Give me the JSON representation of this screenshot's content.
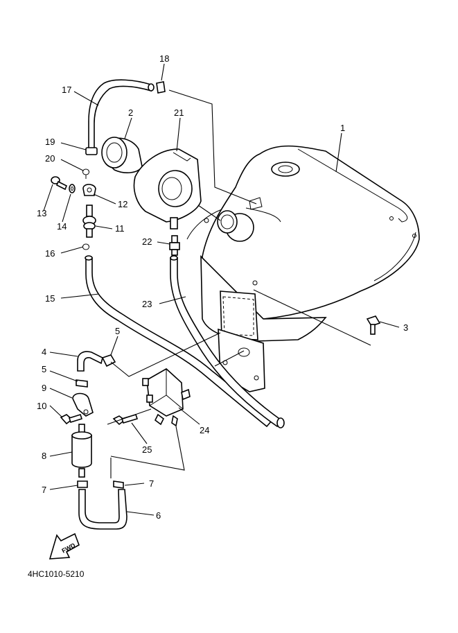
{
  "diagram": {
    "part_number": "4HC1010-5210",
    "fwd_label": "FWD",
    "callouts": {
      "c1": "1",
      "c2": "2",
      "c3": "3",
      "c4": "4",
      "c5a": "5",
      "c5b": "5",
      "c6": "6",
      "c7a": "7",
      "c7b": "7",
      "c8": "8",
      "c9": "9",
      "c10": "10",
      "c11": "11",
      "c12": "12",
      "c13": "13",
      "c14": "14",
      "c15": "15",
      "c16": "16",
      "c17": "17",
      "c18": "18",
      "c19": "19",
      "c20": "20",
      "c21": "21",
      "c22": "22",
      "c23": "23",
      "c24": "24",
      "c25": "25"
    }
  }
}
